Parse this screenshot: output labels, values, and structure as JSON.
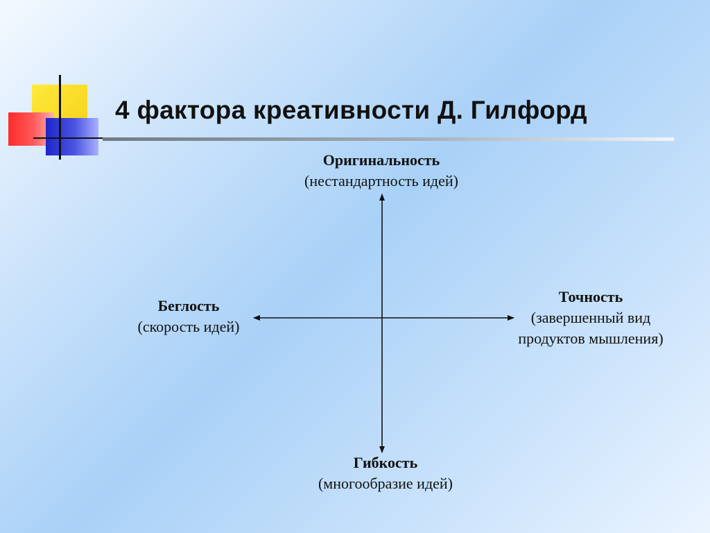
{
  "slide": {
    "title": "4 фактора креативности Д. Гилфорд"
  },
  "factors": {
    "top": {
      "name": "Оригинальность",
      "desc": "(нестандартность идей)"
    },
    "left": {
      "name": "Беглость",
      "desc": "(скорость идей)"
    },
    "right": {
      "name": "Точность",
      "desc_line1": "(завершенный вид",
      "desc_line2": "продуктов мышления)"
    },
    "bottom": {
      "name": "Гибкость",
      "desc": "(многообразие идей)"
    }
  },
  "colors": {
    "logo_yellow": "#f5d21a",
    "logo_red": "#ff2b2b",
    "logo_blue": "#1c26c9",
    "text": "#111111"
  }
}
